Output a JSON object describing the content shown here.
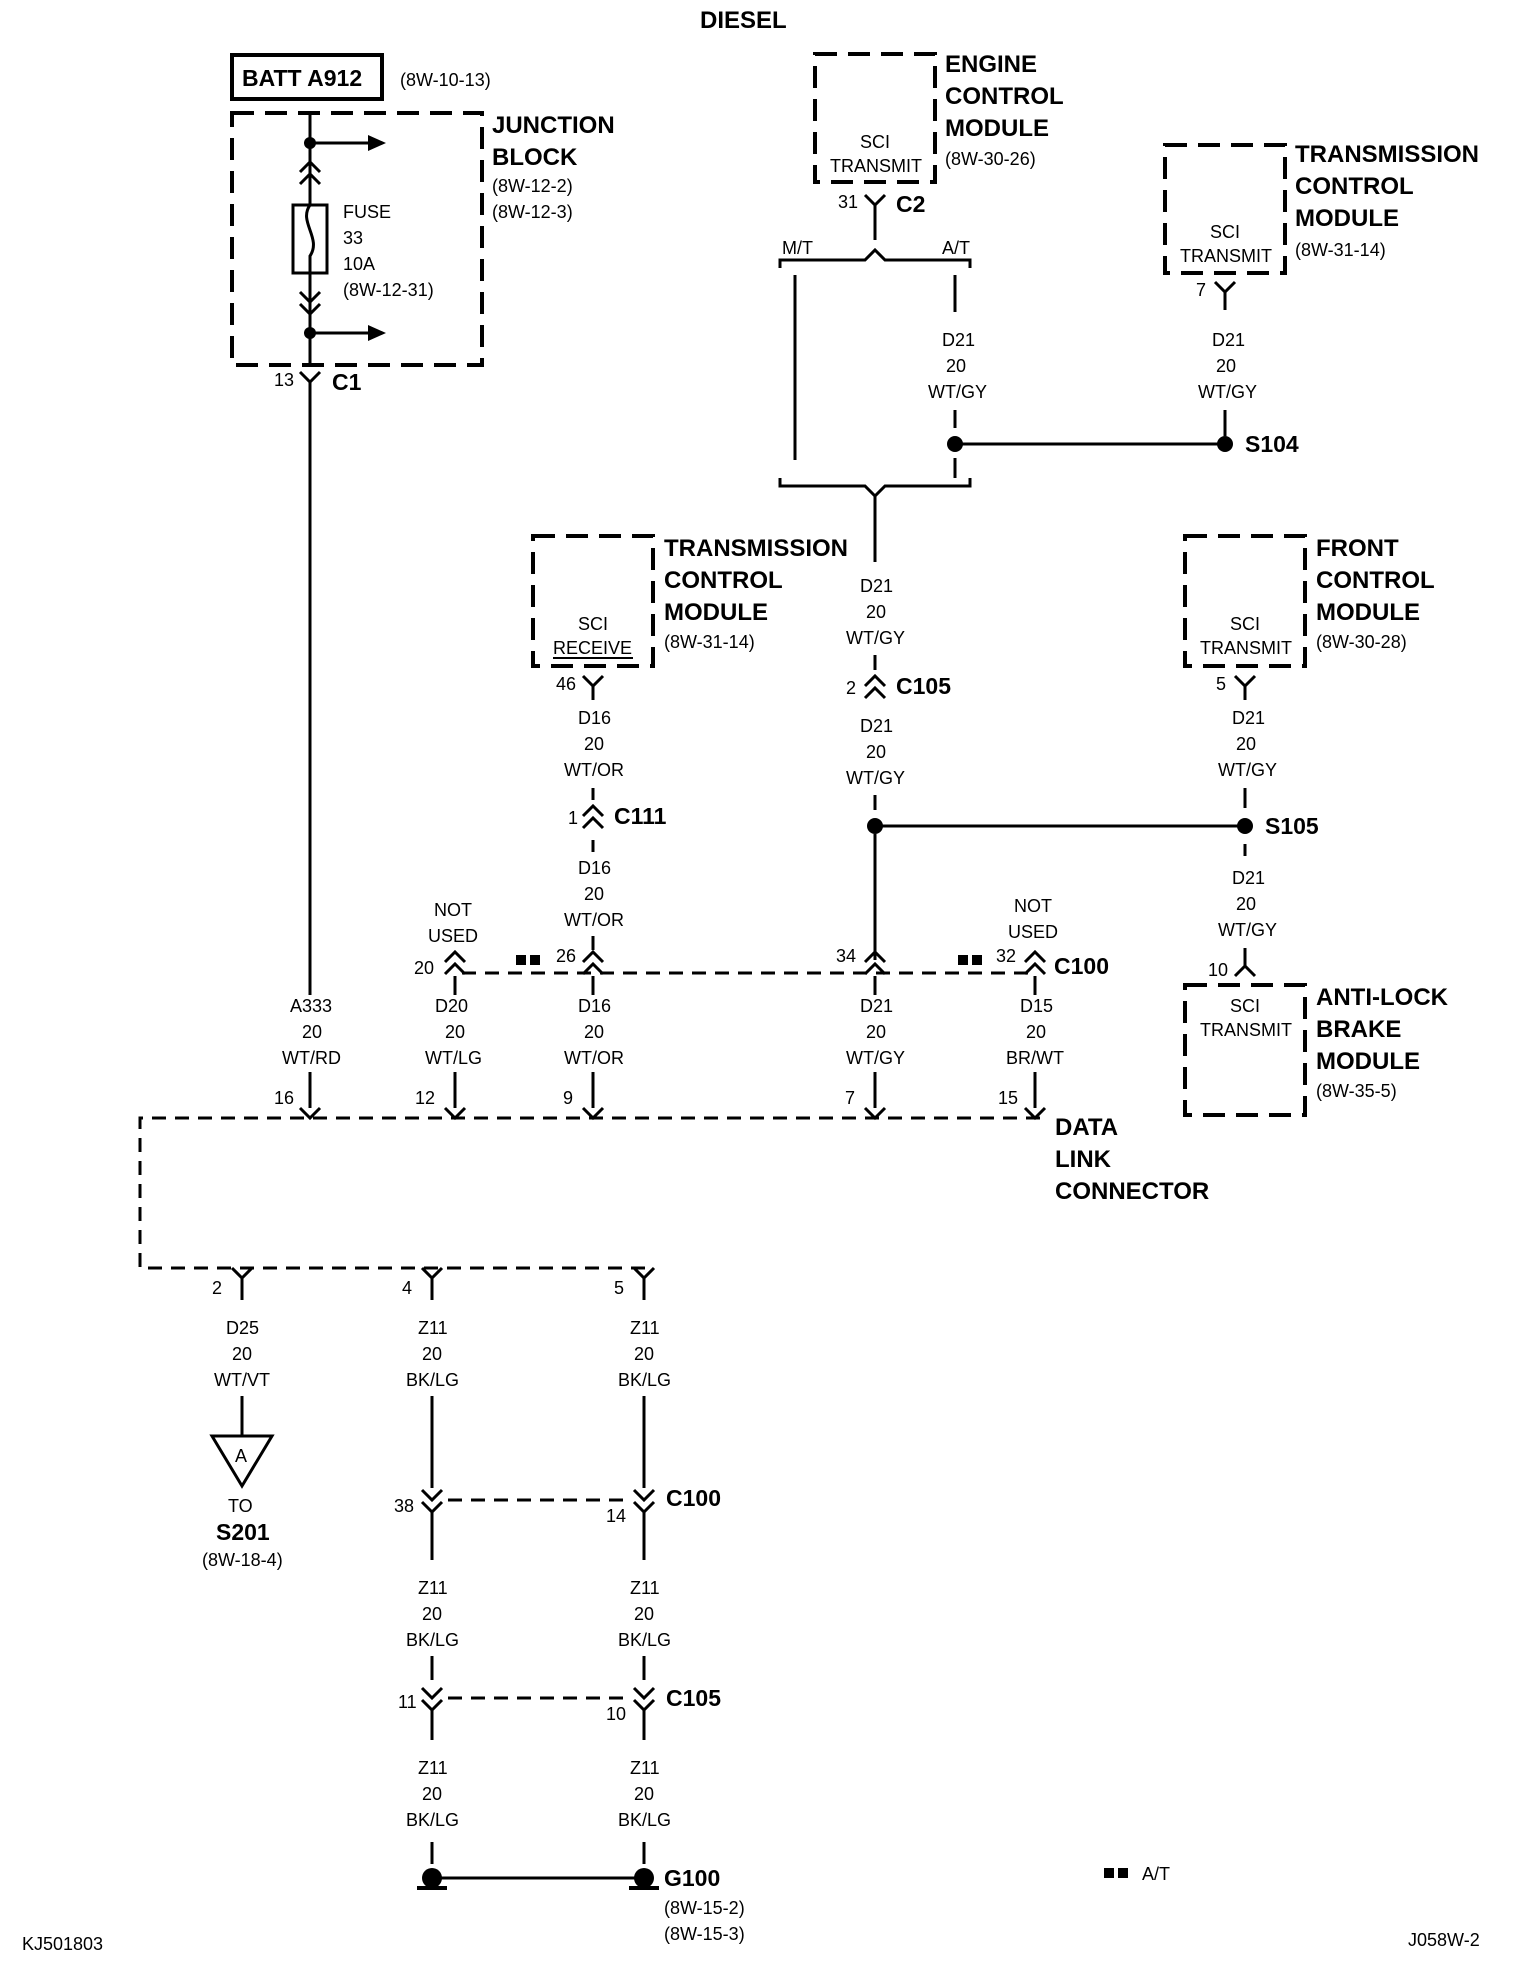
{
  "title": "DIESEL",
  "footer": {
    "left": "KJ501803",
    "right": "J058W-2"
  },
  "legend": {
    "text": "A/T"
  },
  "batt": {
    "label": "BATT A912",
    "ref": "(8W-10-13)"
  },
  "junction_block": {
    "name": [
      "JUNCTION",
      "BLOCK"
    ],
    "refs": [
      "(8W-12-2)",
      "(8W-12-3)"
    ],
    "fuse": [
      "FUSE",
      "33",
      "10A",
      "(8W-12-31)"
    ],
    "pin": "13",
    "connector": "C1"
  },
  "ecm": {
    "name": [
      "ENGINE",
      "CONTROL",
      "MODULE"
    ],
    "inner": [
      "SCI",
      "TRANSMIT"
    ],
    "ref": "(8W-30-26)",
    "pin": "31",
    "connector": "C2"
  },
  "mt_label": "M/T",
  "at_label": "A/T",
  "tcm_top": {
    "name": [
      "TRANSMISSION",
      "CONTROL",
      "MODULE"
    ],
    "inner": [
      "SCI",
      "TRANSMIT"
    ],
    "ref": "(8W-31-14)",
    "pin": "7"
  },
  "tcm_mid": {
    "name": [
      "TRANSMISSION",
      "CONTROL",
      "MODULE"
    ],
    "inner": [
      "SCI",
      "RECEIVE"
    ],
    "ref": "(8W-31-14)",
    "pin": "46"
  },
  "fcm": {
    "name": [
      "FRONT",
      "CONTROL",
      "MODULE"
    ],
    "inner": [
      "SCI",
      "TRANSMIT"
    ],
    "ref": "(8W-30-28)",
    "pin": "5"
  },
  "abs": {
    "name": [
      "ANTI-LOCK",
      "BRAKE",
      "MODULE"
    ],
    "inner": [
      "SCI",
      "TRANSMIT"
    ],
    "ref": "(8W-35-5)",
    "pin": "10"
  },
  "splices": {
    "s104": "S104",
    "s105": "S105"
  },
  "wires": {
    "d21": [
      "D21",
      "20",
      "WT/GY"
    ],
    "d16": [
      "D16",
      "20",
      "WT/OR"
    ],
    "a333": [
      "A333",
      "20",
      "WT/RD"
    ],
    "d20": [
      "D20",
      "20",
      "WT/LG"
    ],
    "d15": [
      "D15",
      "20",
      "BR/WT"
    ],
    "d25": [
      "D25",
      "20",
      "WT/VT"
    ],
    "z11": [
      "Z11",
      "20",
      "BK/LG"
    ]
  },
  "connectors": {
    "c105": "C105",
    "c111": "C111",
    "c100": "C100"
  },
  "pins": {
    "c105_top": "2",
    "c111": "1",
    "c100_20": "20",
    "c100_26": "26",
    "c100_34": "34",
    "c100_32": "32",
    "dlc_16": "16",
    "dlc_12": "12",
    "dlc_9": "9",
    "dlc_7": "7",
    "dlc_15": "15",
    "dlc_2": "2",
    "dlc_4": "4",
    "dlc_5": "5",
    "c100_38": "38",
    "c100_14": "14",
    "c105_11": "11",
    "c105_10": "10"
  },
  "not_used": [
    "NOT",
    "USED"
  ],
  "dlc": {
    "name": [
      "DATA",
      "LINK",
      "CONNECTOR"
    ]
  },
  "s201": {
    "triangle": "A",
    "to": "TO",
    "name": "S201",
    "ref": "(8W-18-4)"
  },
  "g100": {
    "name": "G100",
    "refs": [
      "(8W-15-2)",
      "(8W-15-3)"
    ]
  }
}
